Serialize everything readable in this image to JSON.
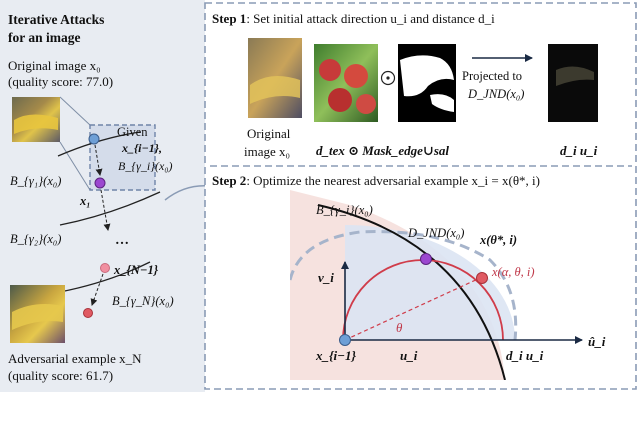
{
  "left_panel": {
    "title_line1": "Iterative Attacks",
    "title_line2": "for an image",
    "orig_line1": "Original image x₀",
    "orig_line2": "(quality score: 77.0)",
    "given_line1": "Given",
    "given_line2": "x_{i−1},",
    "given_line3": "B_{γ_i}(x₀)",
    "label_x1": "x₁",
    "label_B1": "B_{γ₁}(x₀)",
    "label_B2": "B_{γ₂}(x₀)",
    "label_dots": "…",
    "label_xN1": "x_{N−1}",
    "label_BN": "B_{γ_N}(x₀)",
    "adv_line1": "Adversarial example x_N",
    "adv_line2": "(quality score: 61.7)"
  },
  "step1": {
    "prefix": "Step 1",
    "text": ": Set initial attack direction u_i and distance d_i",
    "orig_label_line1": "Original",
    "orig_label_line2": "image x₀",
    "dtex_mask_label": "d_tex ⊙ Mask_edge∪sal",
    "odot": "⊙",
    "projected_line1": "Projected to",
    "projected_line2": "D_JND(x₀)",
    "diui_label": "d_i u_i"
  },
  "step2": {
    "prefix": "Step 2",
    "text": ": Optimize the nearest adversarial example x_i = x(θ*, i)",
    "label_B": "B_{γ_i}(x₀)",
    "label_DJND": "D_JND(x₀)",
    "label_xstar": "x(θ*, i)",
    "label_xalpha": "x(α, θ, i)",
    "label_vi": "v_i",
    "label_theta": "θ",
    "label_ui_hat": "û_i",
    "label_xi1": "x_{i−1}",
    "label_ui": "u_i",
    "label_diui": "d_i u_i"
  },
  "colors": {
    "dashed_border": "#8a9bb5",
    "left_bg": "#e8ecf2",
    "marker_blue": "#6e9fd6",
    "marker_purple": "#9b47d0",
    "marker_red": "#e05a63",
    "marker_pink": "#f08fa0",
    "arc_red": "#d03c4a",
    "blue_region": "#dbe4f3",
    "pink_region": "#f6e2df"
  }
}
